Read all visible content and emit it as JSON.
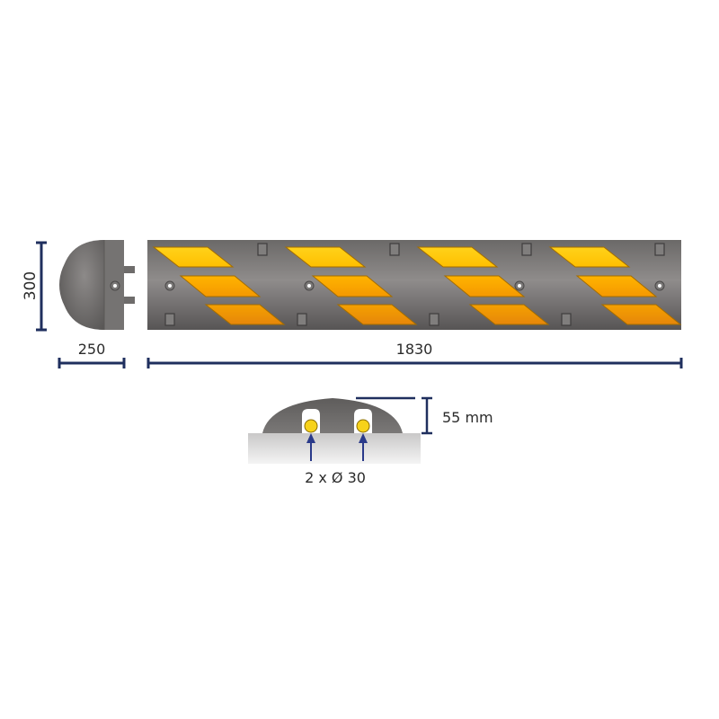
{
  "dimensions": {
    "height_label": "300",
    "end_cap_width_label": "250",
    "segment_length_label": "1830",
    "profile_height_label": "55 mm",
    "cable_channel_label": "2 x Ø 30"
  },
  "colors": {
    "dimension_line": "#1f2f5e",
    "rubber_light": "#8e8b8a",
    "rubber_dark": "#5b5958",
    "reflector_yellow": "#ffcc00",
    "reflector_orange": "#f28c00",
    "cable_yellow": "#f7d21a",
    "arrow_blue": "#2a3a8a"
  },
  "views": {
    "end_cap": "end-cap-top-view",
    "segment": "speed-bump-segment-top-view",
    "profile": "cross-section-profile-view"
  }
}
